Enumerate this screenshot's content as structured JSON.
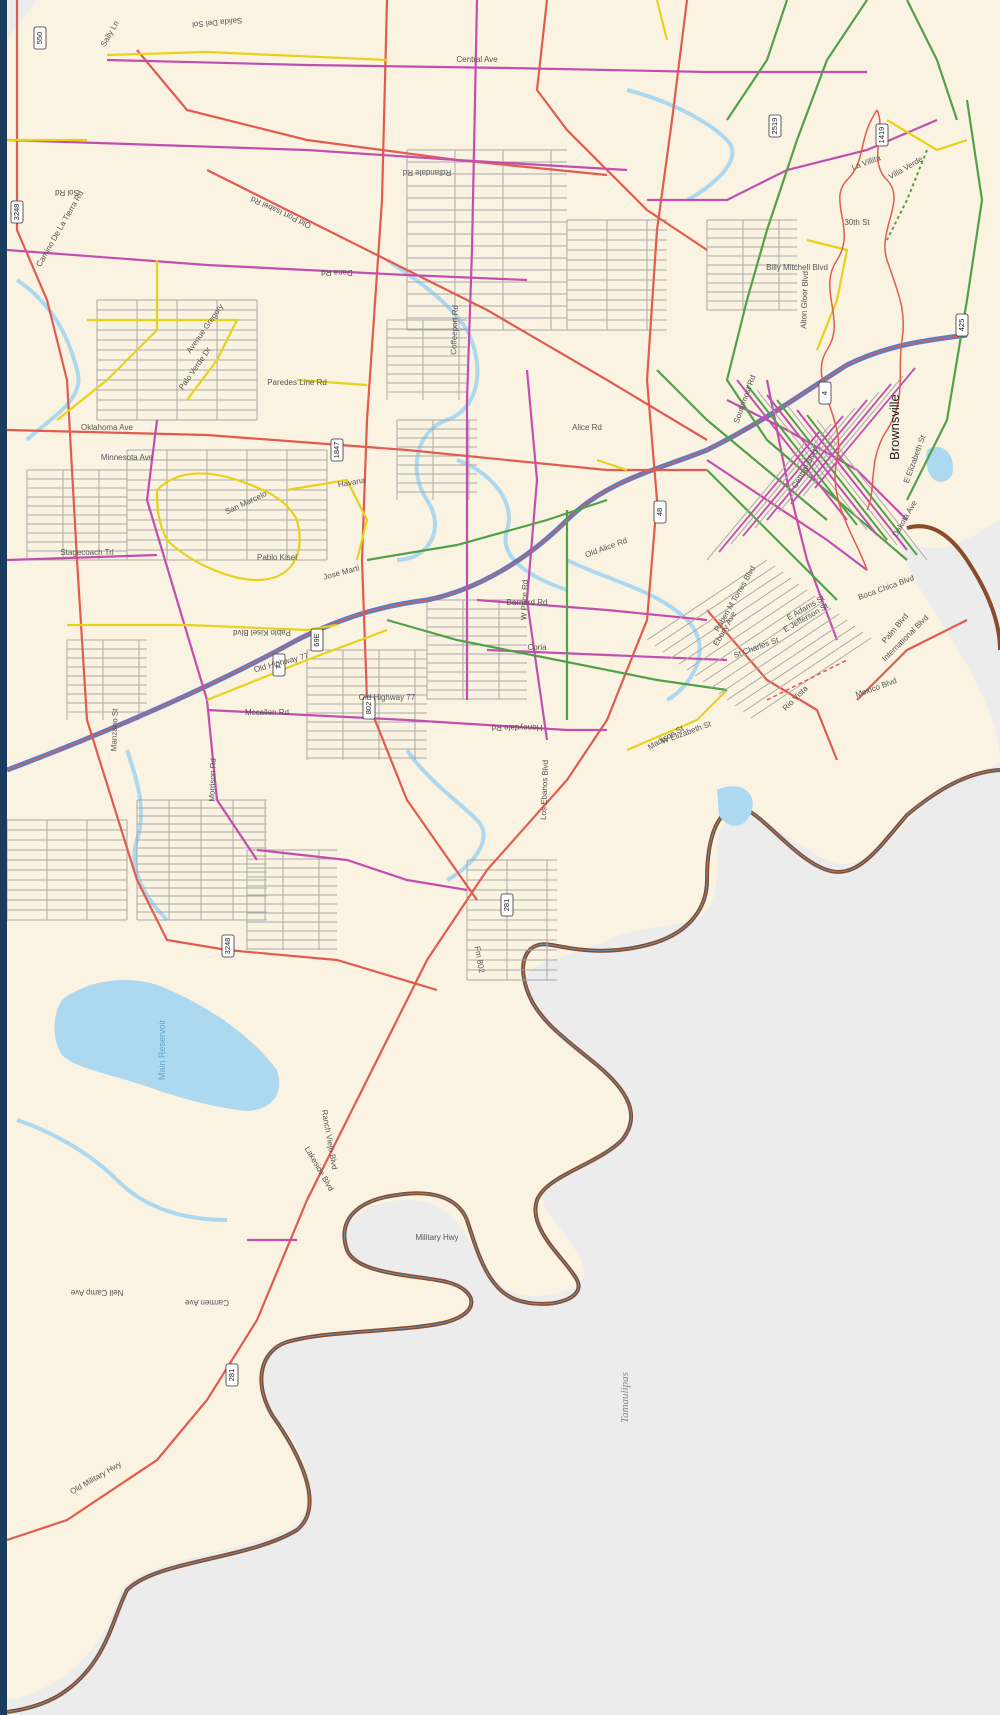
{
  "map": {
    "city": "Brownsville",
    "region": "Tamaulipas",
    "lake": "Main Reservoir",
    "colors": {
      "land": "#fbf3e2",
      "mexico": "#ececec",
      "water": "#acd8f0",
      "border": "#8a4b2a",
      "minor_road": "#a9a9a9",
      "pink_road": "#c24fae",
      "red_road": "#e15b4f",
      "yellow_road": "#e6d21a",
      "green_road": "#53a04b",
      "interstate": "#5b7cc9"
    },
    "shields": [
      "550",
      "3248",
      "1847",
      "69E",
      "802",
      "77",
      "48",
      "2519",
      "1419",
      "4",
      "425",
      "281",
      "3248",
      "281"
    ],
    "road_labels": [
      "Salida Del Sol",
      "Sally Ln",
      "Central Ave",
      "Rdlandale Rd",
      "Old Port Isabel Rd",
      "Sol Rd",
      "Camino De La Tierra Rd",
      "Dana Rd",
      "Coffeeport Rd",
      "Old Alice Rd",
      "Paredes Line Rd",
      "Stagecoach Trl",
      "San Marcelo",
      "Jose Marti",
      "Pablo Kisel Blvd",
      "Old Highway 77",
      "Mccallen Rd",
      "Morrison Rd",
      "Palo Verde Dr",
      "W Price Rd",
      "Boca Chica Blvd",
      "Southmost Rd",
      "E Elizabeth St",
      "International Blvd",
      "Mexico Blvd",
      "Old Military Hwy",
      "Carmen Ave",
      "Nell Camp Ave",
      "Los Ebanos Blvd",
      "Fm 802",
      "Honeydale Rd",
      "Coria",
      "Barnard Rd",
      "Alton Gloor Blvd",
      "Ruben M Torres Blvd",
      "Billy Mitchell Blvd",
      "Avenue Gregory",
      "Ranch Viejo Blvd",
      "Military Hwy",
      "Madison St",
      "E Jefferson St",
      "La Villita",
      "30th St",
      "Villa Verde",
      "Central Blvd",
      "Dakota Ave",
      "Old Highway 77",
      "Pablo Kisel",
      "Oklahoma Ave",
      "Minnesota Ave",
      "Manzano St",
      "Lakeside Blvd",
      "Ebony Ave",
      "Palm Blvd",
      "Rio Vista",
      "W Elizabeth St",
      "St Charles St",
      "E Adams St",
      "Alice Rd",
      "Havana"
    ]
  }
}
